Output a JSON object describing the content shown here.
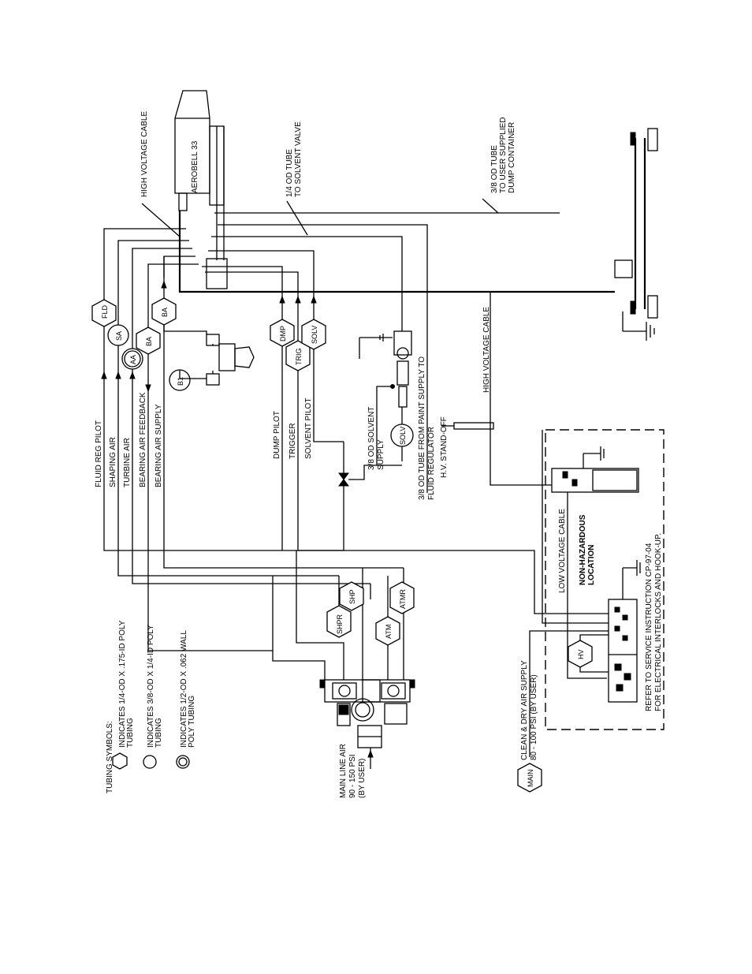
{
  "labels": {
    "high_voltage_cable_top": "HIGH VOLTAGE CABLE",
    "aerobell": "AEROBELL 33",
    "solvent_valve_tube_1": "1/4 OD TUBE",
    "solvent_valve_tube_2": "TO SOLVENT VALVE",
    "dump_tube_1": "3/8 OD TUBE",
    "dump_tube_2": "TO USER SUPPLIED",
    "dump_tube_3": "DUMP CONTAINER",
    "fluid_reg_pilot": "FLUID REG PILOT",
    "shaping_air": "SHAPING AIR",
    "turbine_air": "TURBINE AIR",
    "bearing_air_feedback": "BEARING AIR FEEDBACK",
    "bearing_air_supply": "BEARING AIR SUPPLY",
    "dump_pilot": "DUMP PILOT",
    "trigger": "TRIGGER",
    "solvent_pilot": "SOLVENT PILOT",
    "solvent_supply_1": "3/8 OD SOLVENT",
    "solvent_supply_2": "SUPPLY",
    "paint_supply_1": "3/8 OD TUBE FROM PAINT SUPPLY TO",
    "paint_supply_2": "FLUID REGULATOR",
    "hv_standoff": "H.V. STAND-OFF",
    "high_voltage_cable_mid": "HIGH VOLTAGE CABLE",
    "low_voltage_cable": "LOW VOLTAGE CABLE",
    "non_hazardous_1": "NON-HAZARDOUS",
    "non_hazardous_2": "LOCATION",
    "refer_1": "REFER TO SERVICE INSTRUCTION CP-97-04",
    "refer_2": "FOR ELECTRICAL INTERLOCKS AND HOOK-UP.",
    "clean_air_1": "CLEAN & DRY AIR SUPPLY",
    "clean_air_2": "80 - 100 PSI (BY USER)",
    "main_line_1": "MAIN LINE AIR",
    "main_line_2": "90 - 150 PSI",
    "main_line_3": "(BY USER)",
    "tubing_symbols": "TUBING SYMBOLS:",
    "sym1_1": "INDICATES 1/4-OD X .175-ID POLY",
    "sym1_2": "TUBING",
    "sym2_1": "INDICATES 3/8-OD X 1/4-ID POLY",
    "sym2_2": "TUBING",
    "sym3_1": "INDICATES 1/2-OD X .062 WALL",
    "sym3_2": "POLY TUBING"
  },
  "tags": {
    "fld": "FLD",
    "sa": "SA",
    "aa": "AA",
    "ba_top": "BA",
    "ba": "BA",
    "b1": "B1",
    "dmp": "DMP",
    "trig": "TRIG",
    "solv_top": "SOLV",
    "solv_mid": "SOLV",
    "shpr": "SHPR",
    "shp": "SHP",
    "atm": "ATM",
    "atmr": "ATMR",
    "hv": "HV",
    "main": "MAIN"
  }
}
